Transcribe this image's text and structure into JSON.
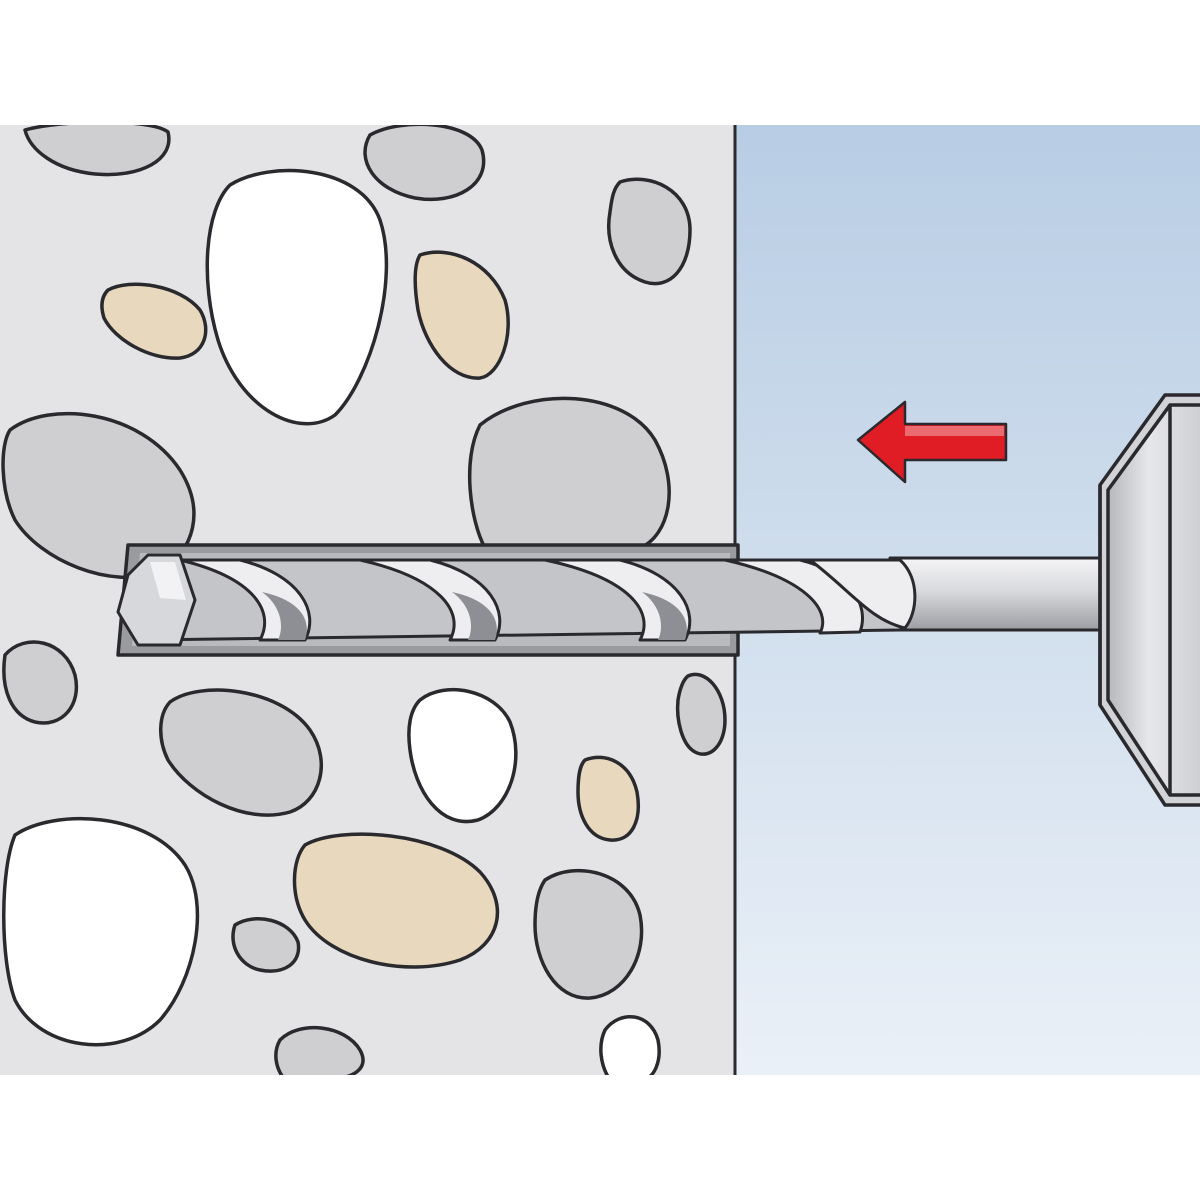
{
  "diagram": {
    "description_free": true,
    "step": "drill-hole",
    "elements": {
      "wall": {
        "material": "concrete-with-aggregate"
      },
      "drill": {
        "direction": "into-wall"
      },
      "arrow": {
        "direction": "left"
      }
    },
    "colors": {
      "page_background": "#ffffff",
      "concrete": "#e4e4e6",
      "air_top": "#b8cde4",
      "air_bottom": "#eaf0f7",
      "stone_gray": "#cfcfd2",
      "stone_white": "#ffffff",
      "stone_sand": "#e8d8bd",
      "outline": "#2a2a2e",
      "drill_light": "#eeeef0",
      "drill_mid": "#c4c5c9",
      "drill_dark": "#8d8f94",
      "hole": "#9a9b9f",
      "arrow_red": "#e01c24"
    }
  }
}
